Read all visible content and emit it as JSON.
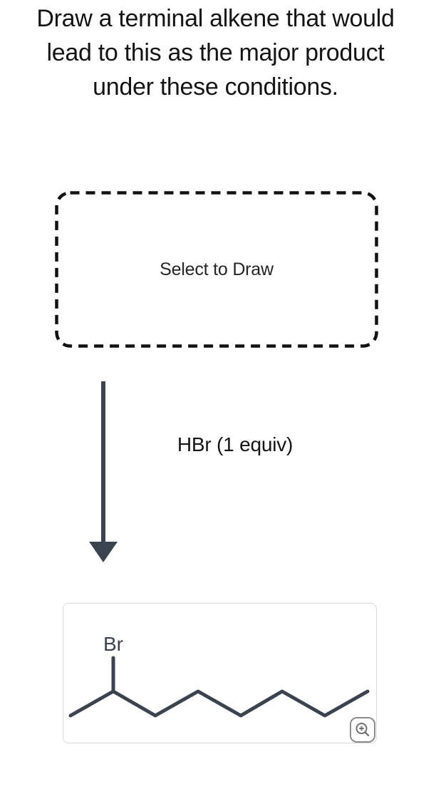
{
  "title": {
    "lines": [
      "Draw a terminal alkene that would",
      "lead to this as the major product",
      "under these conditions."
    ]
  },
  "select_box": {
    "label": "Select to Draw"
  },
  "reaction": {
    "reagent_label": "HBr (1 equiv)",
    "arrow_direction": "down"
  },
  "product": {
    "atom_label": "Br",
    "zoom_button_icon": "magnifier-plus-icon"
  },
  "colors": {
    "structure_and_arrow": "#3b434e",
    "title_text": "#141414",
    "select_box_border": "#121212",
    "product_box_border": "#d8d8d8",
    "zoom_button_border": "#8a8c8f",
    "zoom_icon": "#6d6f72"
  }
}
